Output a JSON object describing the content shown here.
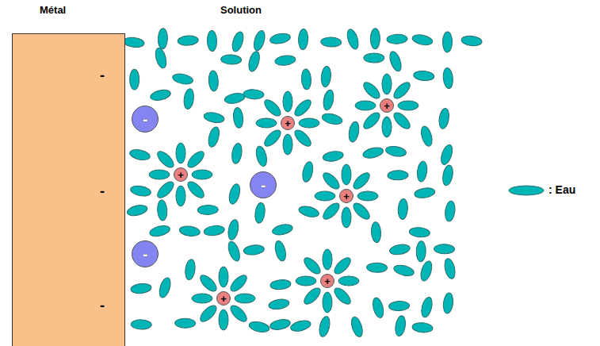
{
  "diagram": {
    "nodes": [
      {
        "text": [
          "Métal",
          "-",
          "-",
          "-"
        ]
      },
      {
        "text": [
          "+"
        ]
      },
      {
        "text": [
          "-"
        ]
      },
      {
        "text": [
          "+"
        ]
      },
      {
        "text": [
          "+"
        ]
      },
      {
        "text": [
          "-"
        ]
      },
      {
        "text": [
          "+"
        ]
      },
      {
        "text": [
          "-"
        ]
      },
      {
        "text": [
          "+"
        ]
      },
      {
        "text": [
          "+"
        ]
      }
    ],
    "labels": [
      "Solution"
    ],
    "legend": [
      {
        "text": ": Eau"
      }
    ]
  }
}
